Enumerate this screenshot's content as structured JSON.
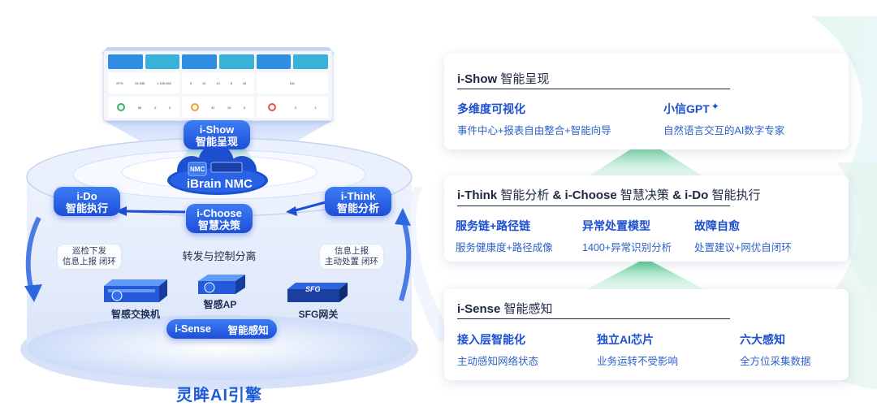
{
  "left": {
    "dashboard": {
      "card_colors": [
        "#2f8de4",
        "#39b1d8",
        "#2f8de4",
        "#39b1d8",
        "#2f8de4",
        "#39b1d8"
      ],
      "row1": [
        [
          "87%",
          "26,038",
          "1,190,652"
        ],
        [
          "6",
          "10",
          "13",
          "8",
          "18"
        ],
        [
          "161"
        ]
      ],
      "row2": [
        [
          "36",
          "0",
          "0"
        ],
        [
          "41",
          "10",
          "0"
        ],
        [
          "3",
          "1"
        ]
      ]
    },
    "show_label": {
      "line1": "i-Show",
      "line2": "智能呈现"
    },
    "nmc_label": "iBrain NMC",
    "do_label": {
      "line1": "i-Do",
      "line2": "智能执行"
    },
    "think_label": {
      "line1": "i-Think",
      "line2": "智能分析"
    },
    "choose_label": {
      "line1": "i-Choose",
      "line2": "智慧决策"
    },
    "left_note": {
      "line1": "巡检下发",
      "line2": "信息上报 闭环"
    },
    "right_note": {
      "line1": "信息上报",
      "line2": "主动处置 闭环"
    },
    "center_text": "转发与控制分离",
    "devices": {
      "switch": "智感交换机",
      "ap": "智感AP",
      "gateway": "SFG网关",
      "gateway_badge": "SFG",
      "nmc_badge": "NMC"
    },
    "sense_bar": {
      "left": "i-Sense",
      "right": "智能感知"
    },
    "engine_title": "灵眸AI引擎",
    "colors": {
      "primary_blue": "#1d4ed8",
      "accent_blue": "#3d7df4",
      "green_arrow": "#4cc48a"
    }
  },
  "right": {
    "show": {
      "title_en": "i-Show",
      "title_cn": "智能呈现",
      "features": [
        {
          "head": "多维度可视化",
          "desc": "事件中心+报表自由整合+智能向导"
        },
        {
          "head": "小信GPT",
          "desc": "自然语言交互的AI数字专家"
        }
      ]
    },
    "think": {
      "t1_en": "i-Think",
      "t1_cn": "智能分析",
      "amp1": "&",
      "t2_en": "i-Choose",
      "t2_cn": "智慧决策",
      "amp2": "&",
      "t3_en": "i-Do",
      "t3_cn": "智能执行",
      "features": [
        {
          "head": "服务链+路径链",
          "desc": "服务健康度+路径成像"
        },
        {
          "head": "异常处置模型",
          "desc": "1400+异常识别分析"
        },
        {
          "head": "故障自愈",
          "desc": "处置建议+网优自闭环"
        }
      ]
    },
    "sense": {
      "title_en": "i-Sense",
      "title_cn": "智能感知",
      "features": [
        {
          "head": "接入层智能化",
          "desc": "主动感知网络状态"
        },
        {
          "head": "独立AI芯片",
          "desc": "业务运转不受影响"
        },
        {
          "head": "六大感知",
          "desc": "全方位采集数据"
        }
      ]
    },
    "sparkle_icon": "✦"
  }
}
